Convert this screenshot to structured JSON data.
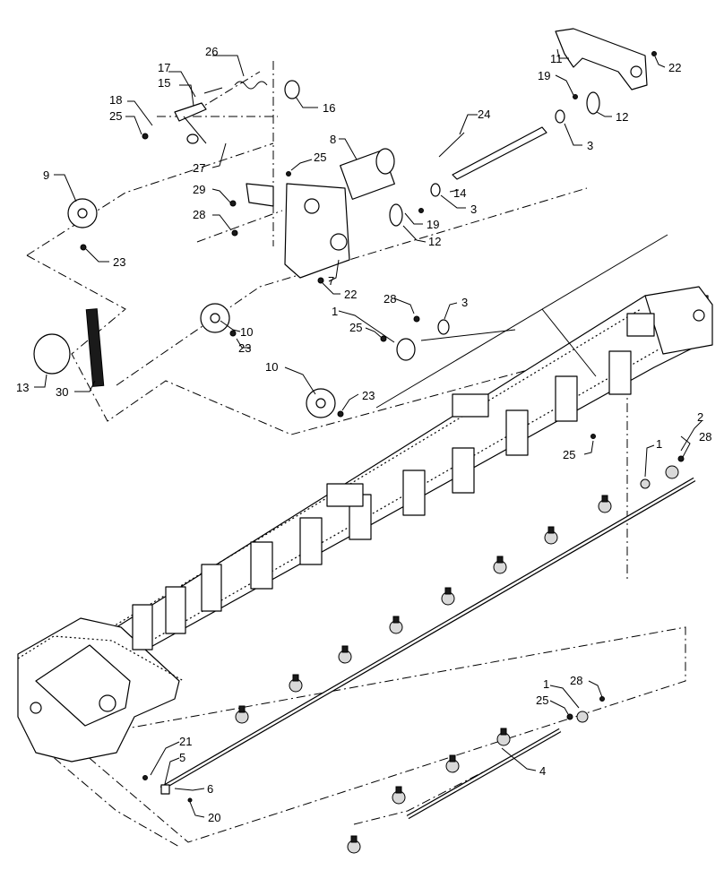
{
  "callouts": [
    {
      "label": "1"
    },
    {
      "label": "2"
    },
    {
      "label": "3"
    },
    {
      "label": "4"
    },
    {
      "label": "5"
    },
    {
      "label": "6"
    },
    {
      "label": "7"
    },
    {
      "label": "8"
    },
    {
      "label": "9"
    },
    {
      "label": "10"
    },
    {
      "label": "11"
    },
    {
      "label": "12"
    },
    {
      "label": "13"
    },
    {
      "label": "14"
    },
    {
      "label": "15"
    },
    {
      "label": "16"
    },
    {
      "label": "17"
    },
    {
      "label": "18"
    },
    {
      "label": "19"
    },
    {
      "label": "20"
    },
    {
      "label": "21"
    },
    {
      "label": "22"
    },
    {
      "label": "23"
    },
    {
      "label": "24"
    },
    {
      "label": "25"
    },
    {
      "label": "26"
    },
    {
      "label": "27"
    },
    {
      "label": "28"
    },
    {
      "label": "29"
    },
    {
      "label": "30"
    }
  ]
}
